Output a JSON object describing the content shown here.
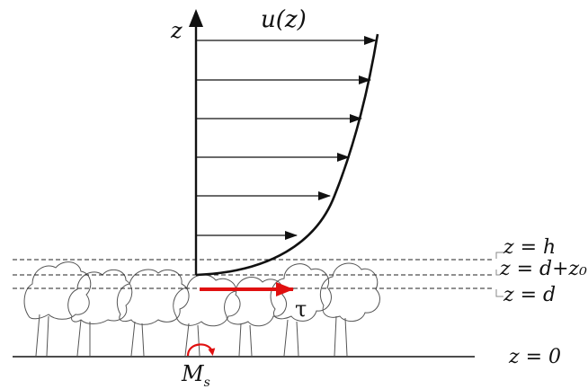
{
  "diagram": {
    "axis_label": "z",
    "profile_label": "u(z)",
    "stress_label": "τ",
    "moment_label_main": "M",
    "moment_label_sub": "s",
    "levels": [
      {
        "label": "z = h"
      },
      {
        "label": "z = d+z₀"
      },
      {
        "label": "z = d"
      },
      {
        "label": "z = 0"
      }
    ],
    "colors": {
      "ink": "#111111",
      "stress_arrow": "#e01010",
      "tree_outline": "#555555"
    },
    "icons": {
      "stress": "right-arrow",
      "moment": "curved-arrow"
    }
  }
}
